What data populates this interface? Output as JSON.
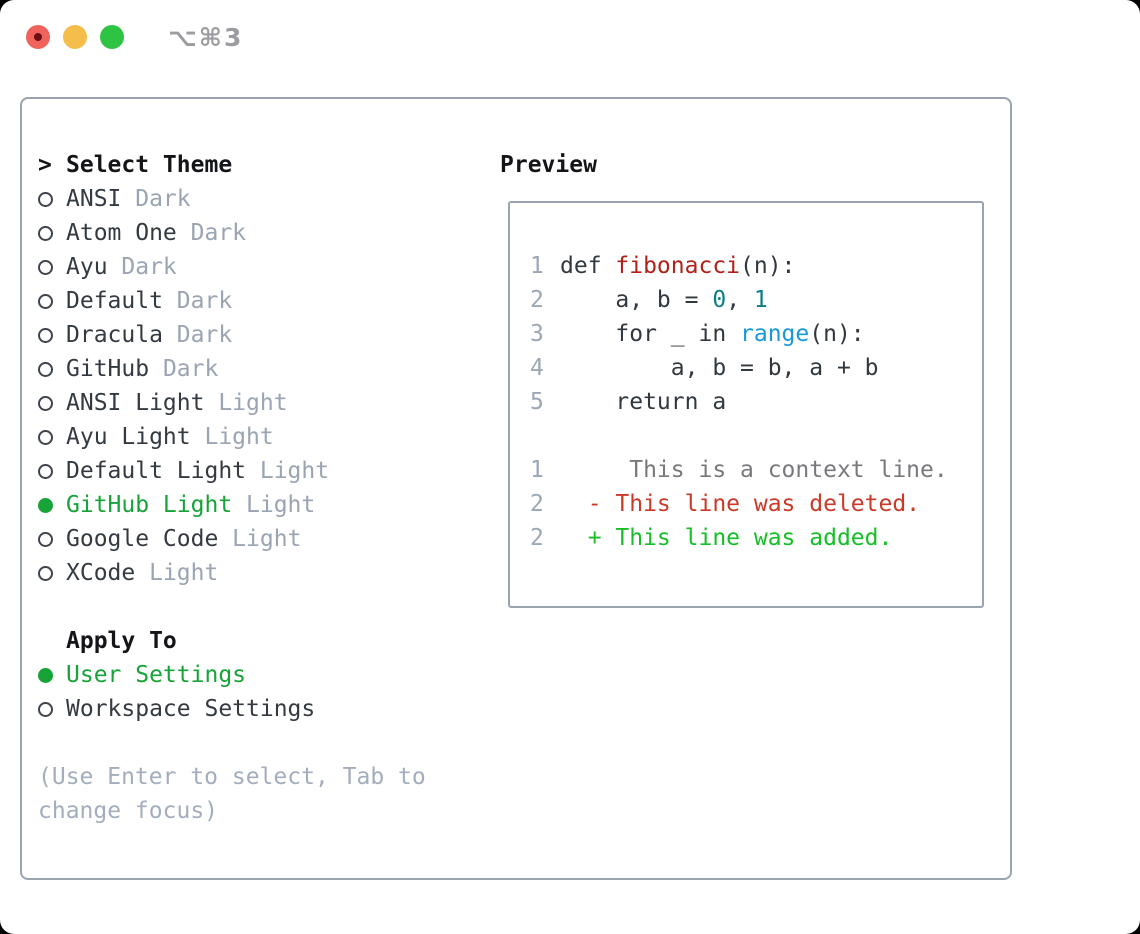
{
  "window": {
    "title": "⌥⌘3"
  },
  "theme_panel": {
    "prompt": ">",
    "title": "Select Theme",
    "items": [
      {
        "name": "ANSI",
        "variant": "Dark",
        "selected": false
      },
      {
        "name": "Atom One",
        "variant": "Dark",
        "selected": false
      },
      {
        "name": "Ayu",
        "variant": "Dark",
        "selected": false
      },
      {
        "name": "Default",
        "variant": "Dark",
        "selected": false
      },
      {
        "name": "Dracula",
        "variant": "Dark",
        "selected": false
      },
      {
        "name": "GitHub",
        "variant": "Dark",
        "selected": false
      },
      {
        "name": "ANSI Light",
        "variant": "Light",
        "selected": false
      },
      {
        "name": "Ayu Light",
        "variant": "Light",
        "selected": false
      },
      {
        "name": "Default Light",
        "variant": "Light",
        "selected": false
      },
      {
        "name": "GitHub Light",
        "variant": "Light",
        "selected": true
      },
      {
        "name": "Google Code",
        "variant": "Light",
        "selected": false
      },
      {
        "name": "XCode",
        "variant": "Light",
        "selected": false
      }
    ],
    "apply_to": {
      "label": "Apply To",
      "options": [
        {
          "label": "User Settings",
          "selected": true
        },
        {
          "label": "Workspace Settings",
          "selected": false
        }
      ]
    },
    "hints": [
      "(Use Enter to select, Tab to",
      "change focus)"
    ]
  },
  "preview": {
    "label": "Preview",
    "lines": [
      {
        "num": "1",
        "tokens": [
          {
            "c": "code",
            "t": "def "
          },
          {
            "c": "func",
            "t": "fibonacci"
          },
          {
            "c": "code",
            "t": "(n):"
          }
        ]
      },
      {
        "num": "2",
        "tokens": [
          {
            "c": "code",
            "t": "    a, b = "
          },
          {
            "c": "num",
            "t": "0"
          },
          {
            "c": "code",
            "t": ", "
          },
          {
            "c": "num",
            "t": "1"
          }
        ]
      },
      {
        "num": "3",
        "tokens": [
          {
            "c": "code",
            "t": "    for _ in "
          },
          {
            "c": "builtin",
            "t": "range"
          },
          {
            "c": "code",
            "t": "(n):"
          }
        ]
      },
      {
        "num": "4",
        "tokens": [
          {
            "c": "code",
            "t": "        a, b = b, a + b"
          }
        ]
      },
      {
        "num": "5",
        "tokens": [
          {
            "c": "code",
            "t": "    return a"
          }
        ]
      },
      {
        "num": "",
        "tokens": []
      },
      {
        "num": "1",
        "tokens": [
          {
            "c": "ctx",
            "t": "     This is a context line."
          }
        ]
      },
      {
        "num": "2",
        "tokens": [
          {
            "c": "del",
            "t": "  - This line was deleted."
          }
        ]
      },
      {
        "num": "2",
        "tokens": [
          {
            "c": "add",
            "t": "  + This line was added."
          }
        ]
      }
    ]
  },
  "colors": {
    "accent_selected": "#18a338",
    "radio_ring": "#3e444c",
    "text_header": "#141519",
    "text_primary": "#343a42",
    "text_secondary": "#9aa4b2",
    "text_hint": "#a3adbb",
    "text_code": "#32383f",
    "line_number": "#9aa7b5",
    "syntax_function": "#b0211a",
    "syntax_number": "#0e7e86",
    "syntax_builtin": "#1699d6",
    "diff_context": "#77797c",
    "diff_deleted": "#cb3928",
    "diff_added": "#16bf27",
    "border": "#9aa3b0",
    "traffic_red": "#f0635a",
    "traffic_red_dot": "#6c0f12",
    "traffic_yellow": "#f5bd4a",
    "traffic_green": "#2fc343",
    "title_text": "#9c9ca0"
  }
}
